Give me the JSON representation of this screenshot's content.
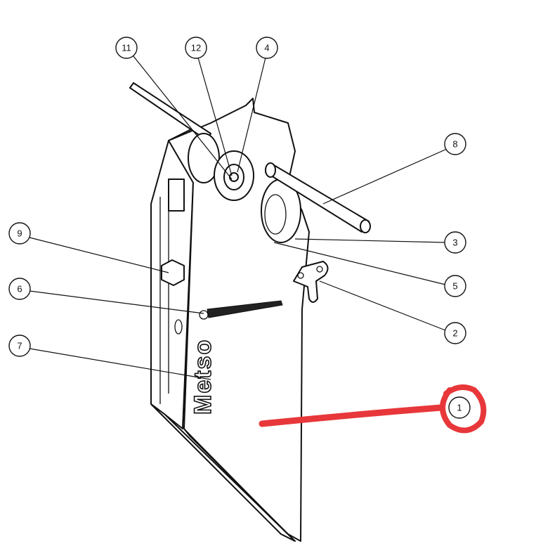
{
  "diagram": {
    "title": "Exploded assembly drawing with part balloons",
    "logo_text": "Metso",
    "balloons": [
      {
        "id": "11",
        "label": "11"
      },
      {
        "id": "12",
        "label": "12"
      },
      {
        "id": "4",
        "label": "4"
      },
      {
        "id": "8",
        "label": "8"
      },
      {
        "id": "3",
        "label": "3"
      },
      {
        "id": "5",
        "label": "5"
      },
      {
        "id": "2",
        "label": "2"
      },
      {
        "id": "9",
        "label": "9"
      },
      {
        "id": "6",
        "label": "6"
      },
      {
        "id": "7",
        "label": "7"
      },
      {
        "id": "1",
        "label": "1"
      }
    ],
    "annotation_color": "#e8373a"
  }
}
